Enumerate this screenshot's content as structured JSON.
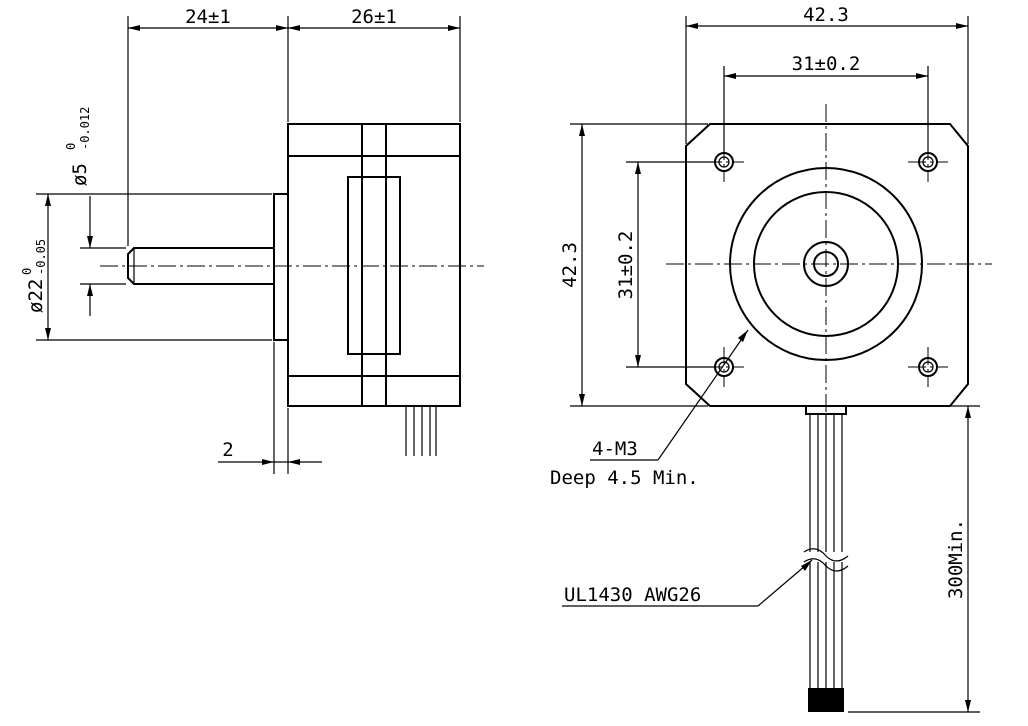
{
  "side_view": {
    "shaft_length": "24±1",
    "body_length": "26±1",
    "flange_thickness": "2",
    "pilot_diameter": {
      "prefix": "ø22",
      "upper": "0",
      "lower": "-0.05"
    },
    "shaft_diameter": {
      "prefix": "ø5",
      "upper": "0",
      "lower": "-0.012"
    }
  },
  "front_view": {
    "width": "42.3",
    "height": "42.3",
    "hole_spacing_horizontal": "31±0.2",
    "hole_spacing_vertical": "31±0.2",
    "mounting_holes": "4-M3",
    "hole_depth": "Deep 4.5 Min.",
    "cable_spec": "UL1430 AWG26",
    "cable_length": "300Min."
  }
}
